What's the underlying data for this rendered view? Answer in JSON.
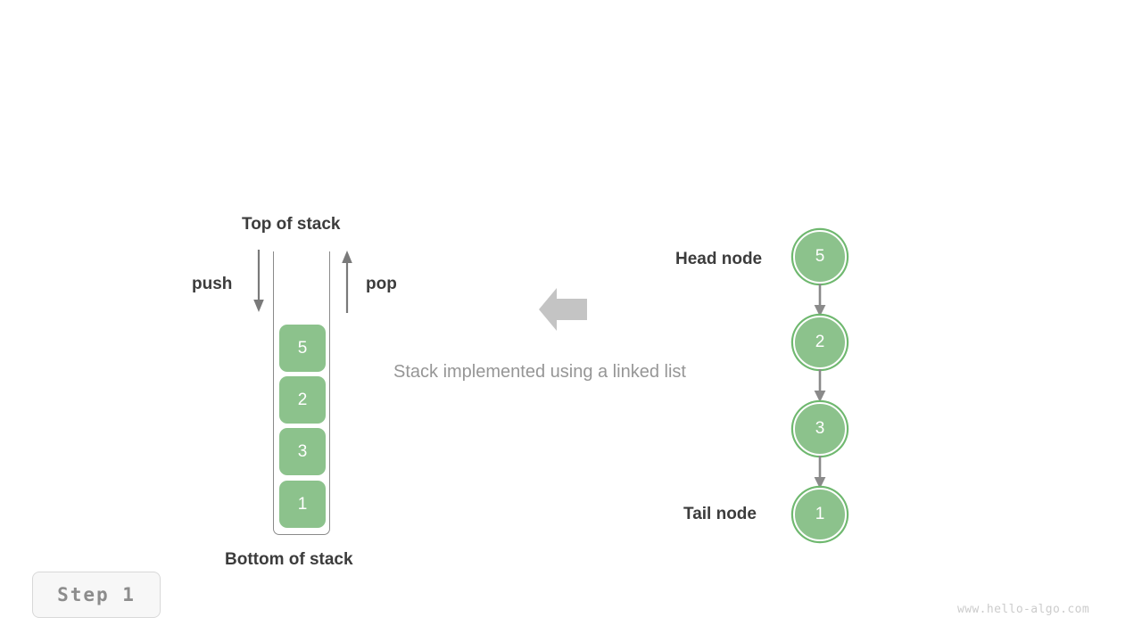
{
  "diagram": {
    "title_top": "Top of stack",
    "title_bottom": "Bottom of stack",
    "push_label": "push",
    "pop_label": "pop",
    "center_caption": "Stack implemented using a linked list",
    "head_label": "Head node",
    "tail_label": "Tail node",
    "step_badge": "Step 1",
    "watermark": "www.hello-algo.com",
    "colors": {
      "node_fill": "#8cc28c",
      "node_ring": "#6fb86f",
      "arrow_gray": "#808080",
      "big_arrow": "#c4c4c4",
      "text_dark": "#3c3c3c",
      "text_muted": "#969696",
      "badge_text": "#8c8c8c",
      "watermark": "#cccccc"
    },
    "stack_values": [
      "5",
      "2",
      "3",
      "1"
    ],
    "linked_list_values": [
      "5",
      "2",
      "3",
      "1"
    ],
    "flow_direction": "linked-list-to-stack"
  }
}
